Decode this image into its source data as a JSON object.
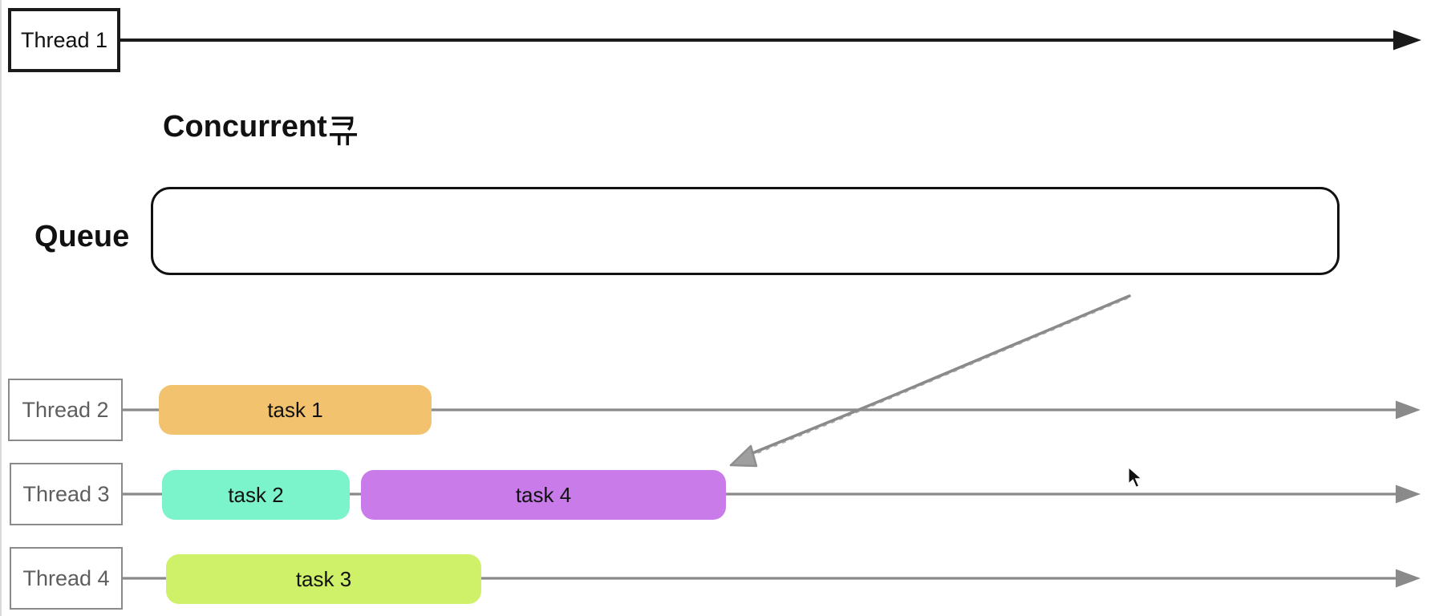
{
  "title": {
    "text": "Concurrent큐",
    "latin_part": "Concurrent",
    "hangul_part": "큐"
  },
  "queue": {
    "label": "Queue"
  },
  "threads": [
    {
      "label": "Thread 1"
    },
    {
      "label": "Thread 2"
    },
    {
      "label": "Thread 3"
    },
    {
      "label": "Thread 4"
    }
  ],
  "tasks": [
    {
      "label": "task 1",
      "thread": "Thread 2",
      "color": "#F3C26E"
    },
    {
      "label": "task 2",
      "thread": "Thread 3",
      "color": "#7BF4CB"
    },
    {
      "label": "task 3",
      "thread": "Thread 4",
      "color": "#CFF169"
    },
    {
      "label": "task 4",
      "thread": "Thread 3",
      "color": "#C97CE9"
    }
  ],
  "colors": {
    "primary_stroke": "#1a1a1a",
    "secondary_stroke": "#8a8a8a",
    "thread_label_gray": "#5e5e5e",
    "text_black": "#111111"
  }
}
